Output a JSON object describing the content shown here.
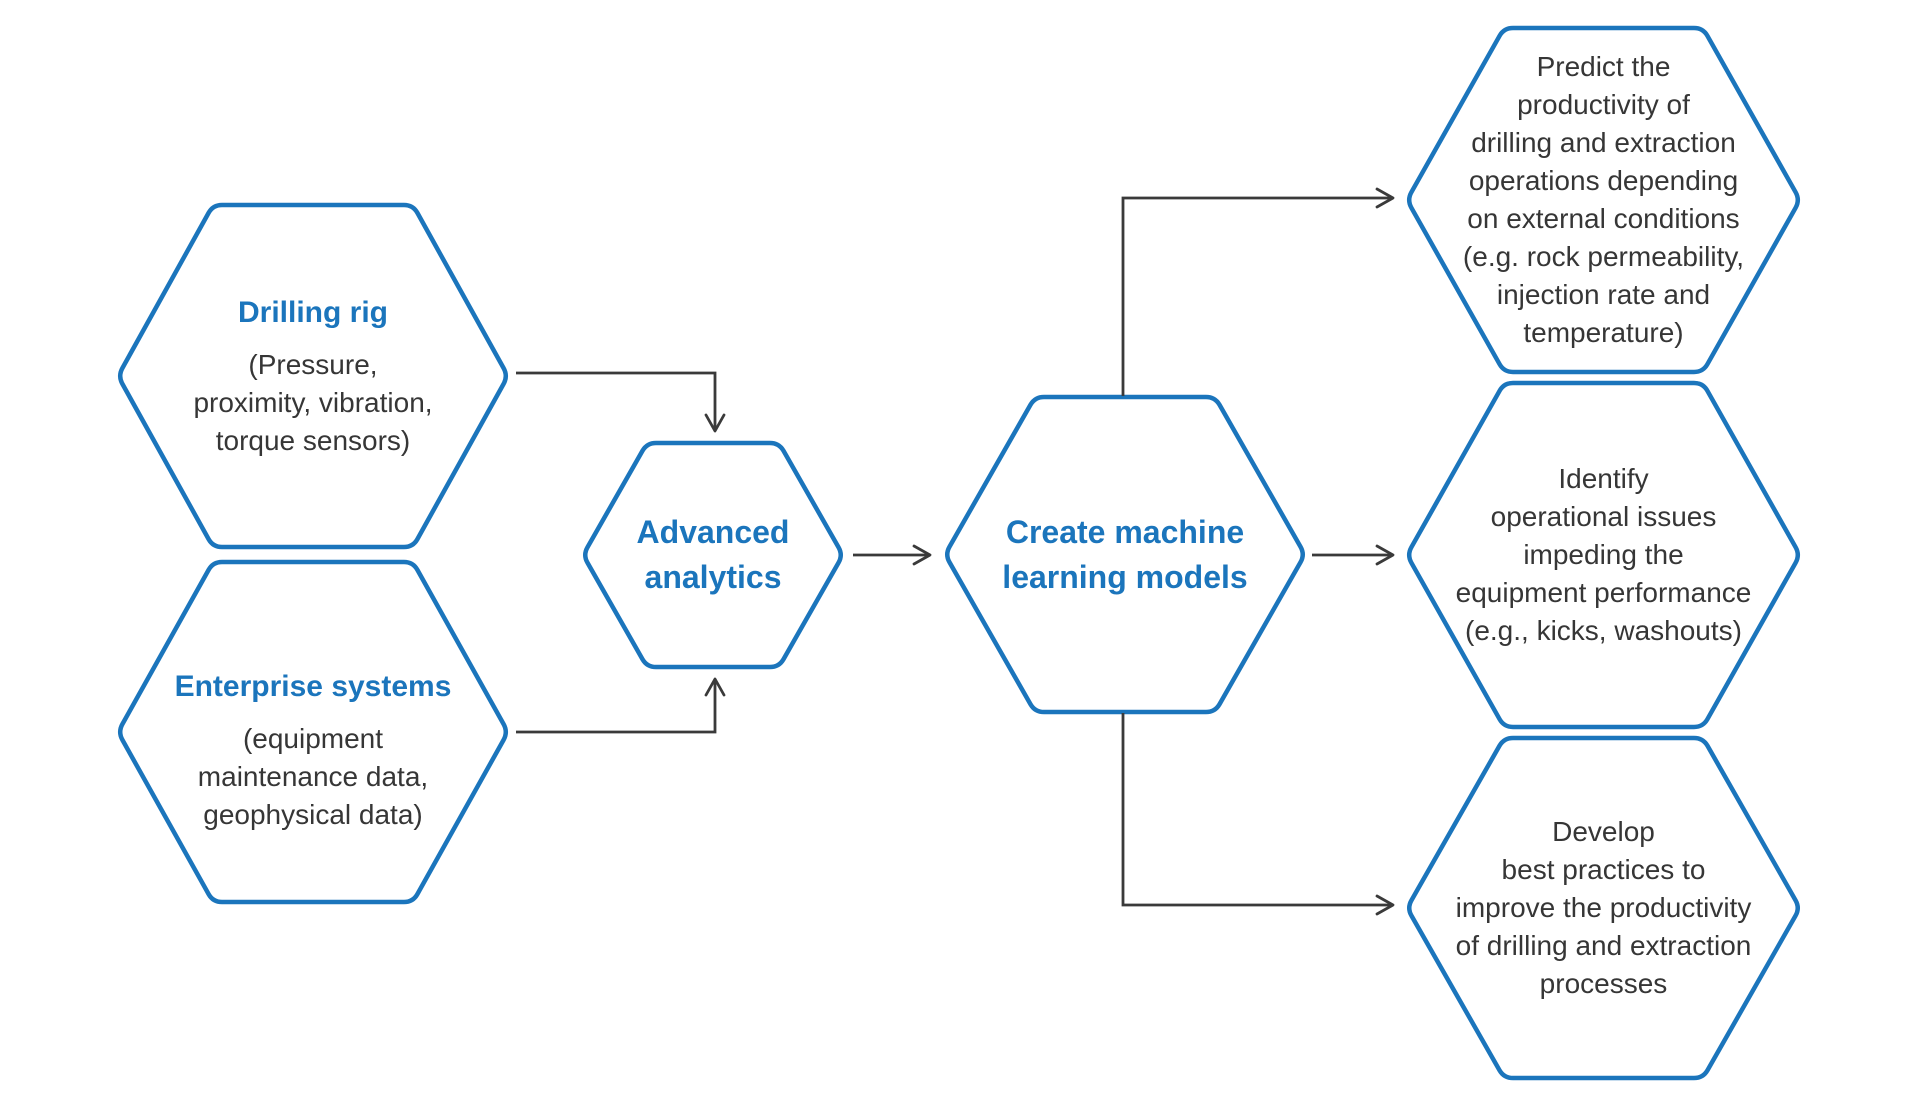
{
  "diagram": {
    "background": "#ffffff",
    "colors": {
      "node_stroke": "#1b75bc",
      "node_title": "#1b75bc",
      "body_text": "#363636",
      "arrow": "#3a3a3a"
    },
    "nodes": {
      "drilling_rig": {
        "title": "Drilling rig",
        "body": "(Pressure,\nproximity, vibration,\ntorque sensors)"
      },
      "enterprise_systems": {
        "title": "Enterprise systems",
        "body": "(equipment\nmaintenance data,\ngeophysical data)"
      },
      "advanced_analytics": {
        "title": "Advanced\nanalytics"
      },
      "create_ml_models": {
        "title": "Create machine\nlearning models"
      },
      "outcome_predict": {
        "body": "Predict the\nproductivity of\ndrilling and extraction\noperations depending\non external conditions\n(e.g. rock permeability,\ninjection rate and\ntemperature)"
      },
      "outcome_identify": {
        "body": "Identify\noperational issues\nimpeding the\nequipment performance\n(e.g., kicks, washouts)"
      },
      "outcome_develop": {
        "body": "Develop\nbest practices to\nimprove the productivity\nof drilling and extraction\nprocesses"
      }
    }
  }
}
